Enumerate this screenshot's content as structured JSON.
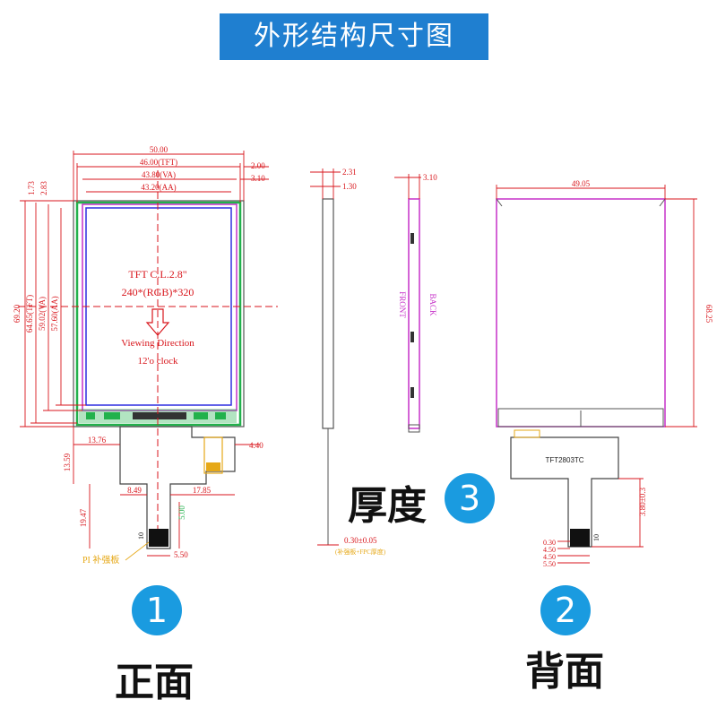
{
  "header": {
    "title": "外形结构尺寸图"
  },
  "views": {
    "front": {
      "badge": "1",
      "label": "正面"
    },
    "back": {
      "badge": "2",
      "label": "背面"
    },
    "thickness": {
      "badge": "3",
      "label": "厚度"
    }
  },
  "front_panel": {
    "screen_text_line1": "TFT C.L.2.8\"",
    "screen_text_line2": "240*(RGB)*320",
    "viewing_direction": "Viewing Direction",
    "clock": "12'o clock",
    "dim_width_total": "50.00",
    "dim_width_tft": "46.00(TFT)",
    "dim_width_va": "43.80(VA)",
    "dim_width_aa": "43.20(AA)",
    "dim_offset_right_1": "2.00",
    "dim_offset_right_2": "3.10",
    "dim_left_1": "1.73",
    "dim_left_2": "2.83",
    "dim_height_total": "69.20",
    "dim_height_tft": "64.65(TFT)",
    "dim_height_va": "59.02(VA)",
    "dim_height_aa": "57.60(AA)",
    "dim_fpc_left": "13.76",
    "dim_fpc_right": "4.40",
    "dim_fpc_height": "13.59",
    "dim_tail_left": "8.49",
    "dim_tail_right": "17.85",
    "dim_tail_len": "19.47",
    "dim_tail_w": "5.00",
    "dim_pin": "10",
    "dim_pitch": "5.50",
    "stiffener_label": "PI 补强板"
  },
  "side_panel": {
    "dim_top_1": "2.31",
    "dim_top_2": "1.30",
    "dim_back_top": "3.10",
    "front_label": "FRONT",
    "back_label": "BACK",
    "dim_thickness": "0.30±0.05",
    "thickness_note": "(补强板+FPC厚度)"
  },
  "back_panel": {
    "dim_width": "49.05",
    "dim_height": "68.25",
    "fpc_label": "TFT2803TC",
    "dim_tail_h": "3.80±0.3",
    "dim_pin": "10",
    "dim_a": "0.30",
    "dim_b": "4.50",
    "dim_c": "4.50",
    "dim_d": "5.50"
  },
  "colors": {
    "header_bg": "#1f7fd0",
    "badge_bg": "#1a9be0",
    "dim_red": "#d8161c",
    "panel_green": "#22b14c",
    "panel_magenta": "#c530c8",
    "panel_blue": "#2f2fe0"
  }
}
